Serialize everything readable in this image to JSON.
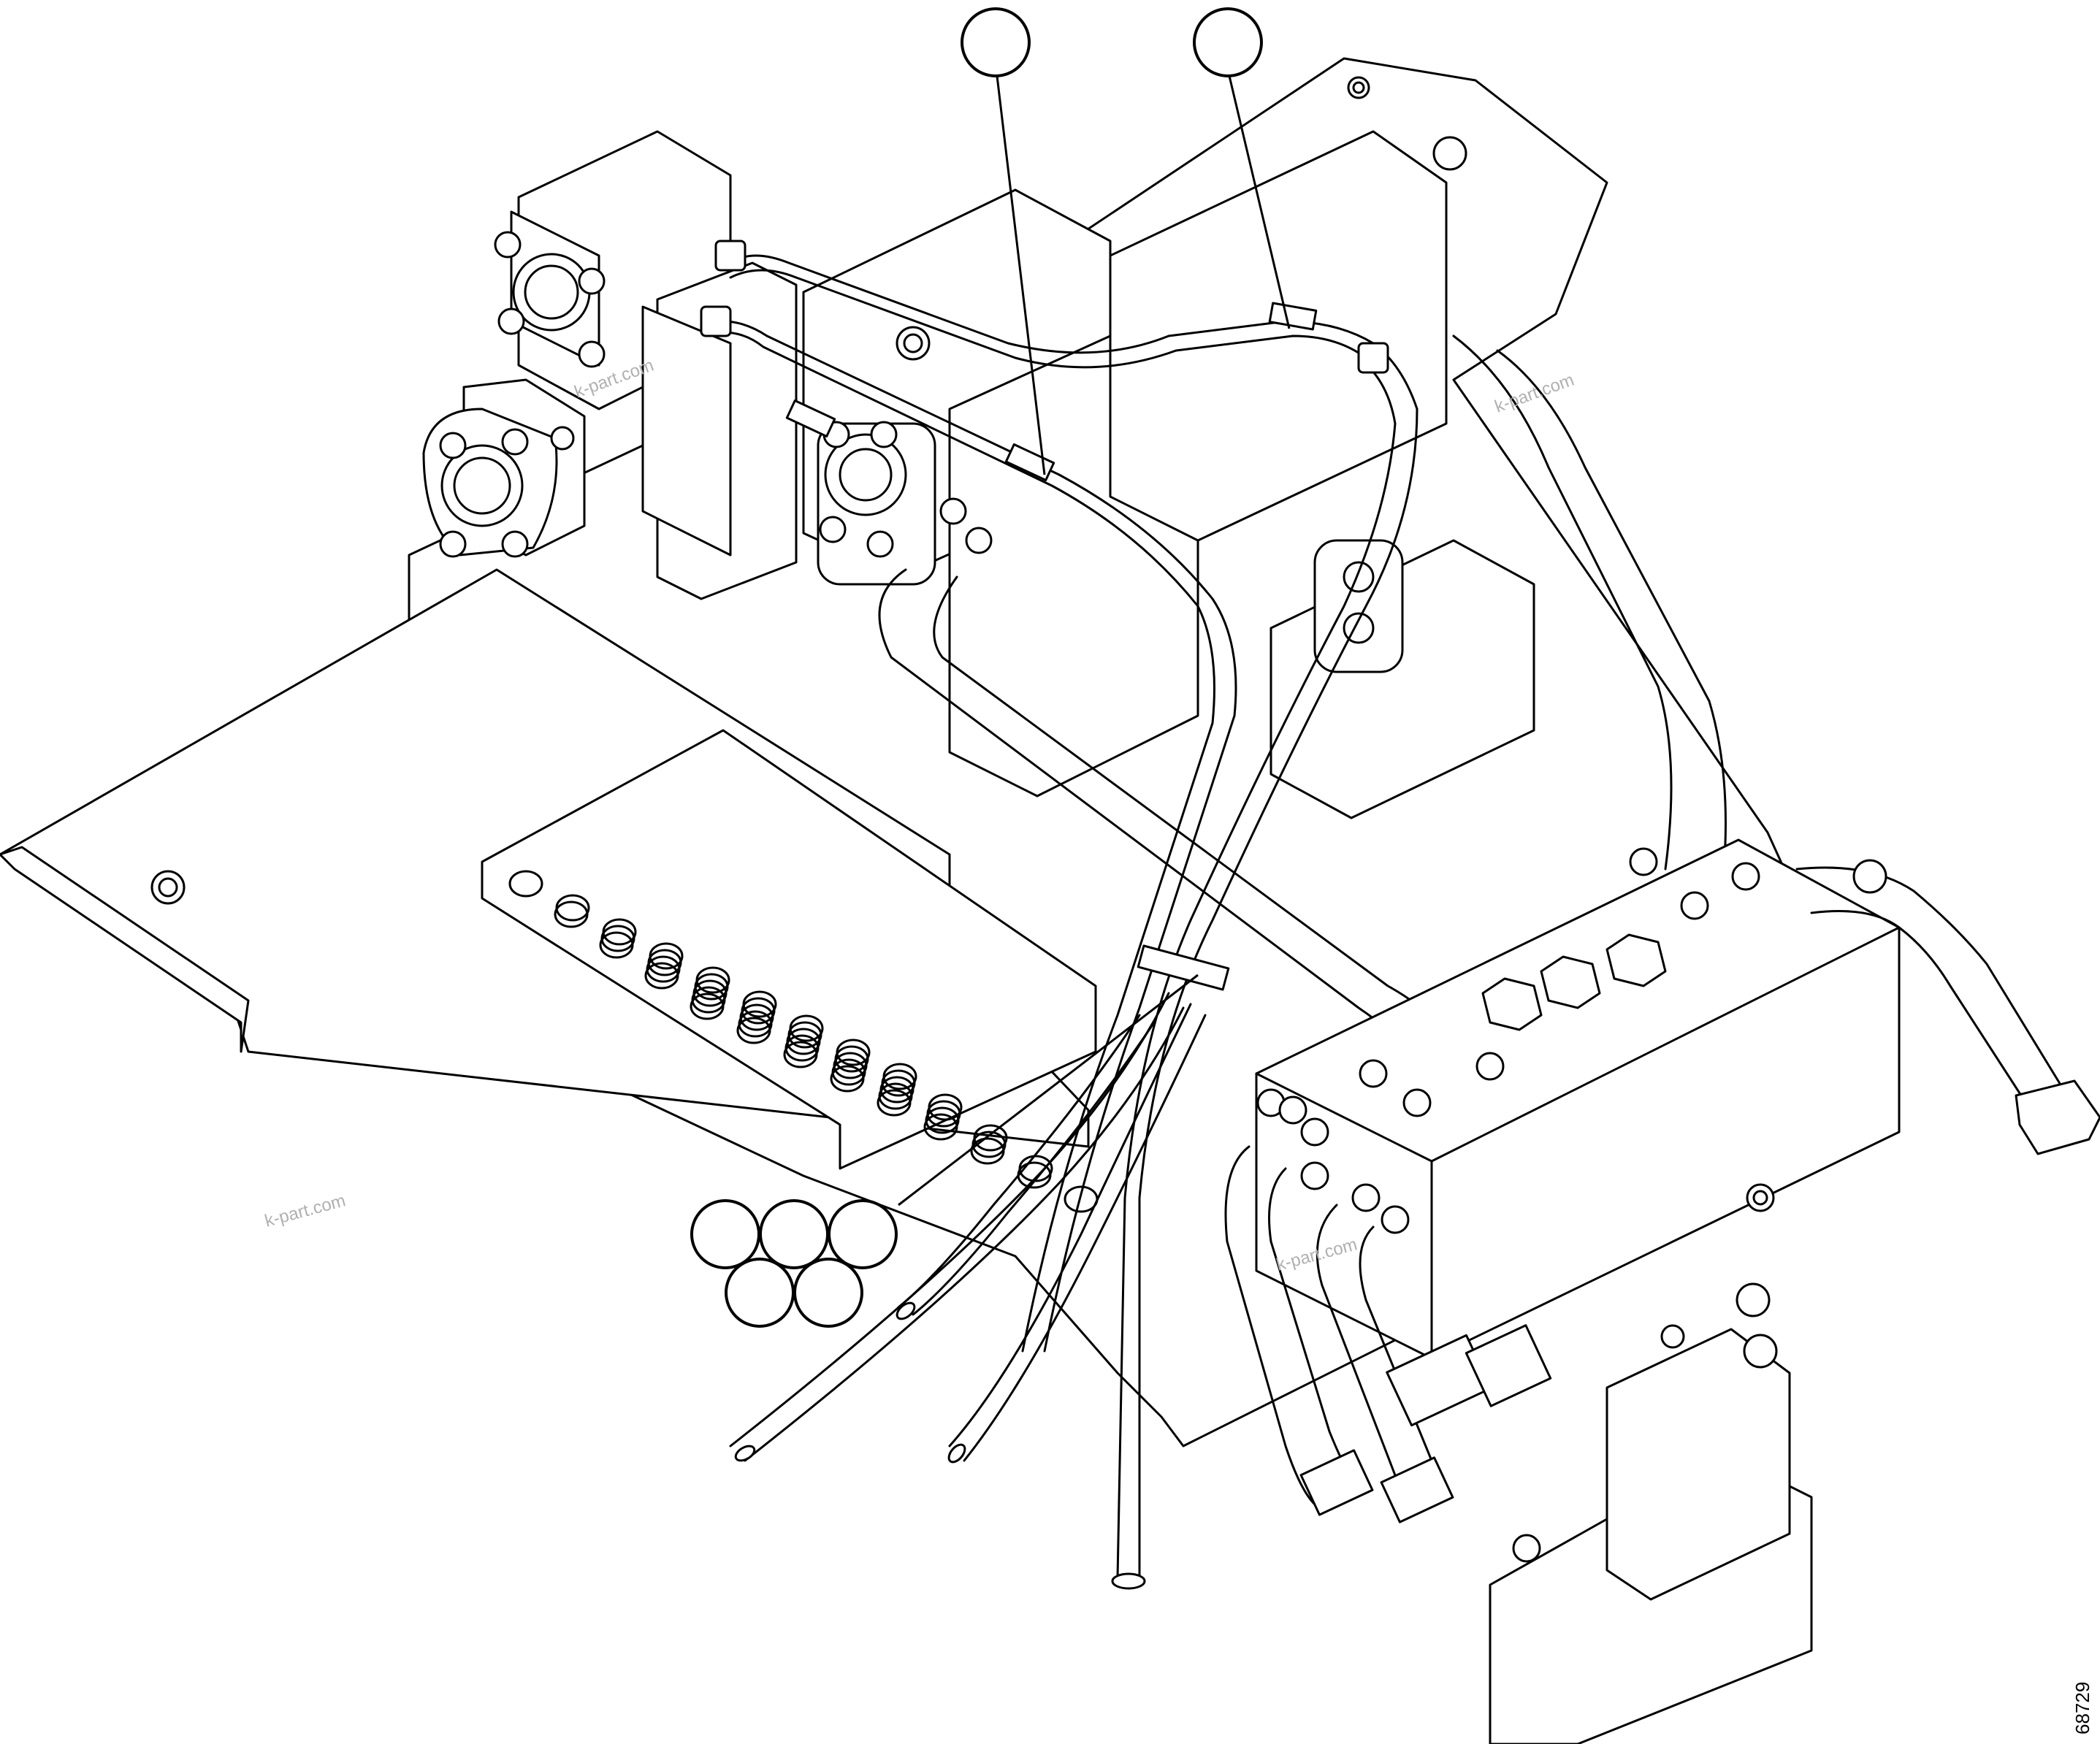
{
  "diagram": {
    "figure_number": "68729",
    "watermarks": [
      "k-part.com",
      "k-part.com",
      "k-part.com",
      "k-part.com"
    ],
    "callouts": {
      "top_count": 2,
      "bottom_count": 5,
      "labels": []
    }
  }
}
